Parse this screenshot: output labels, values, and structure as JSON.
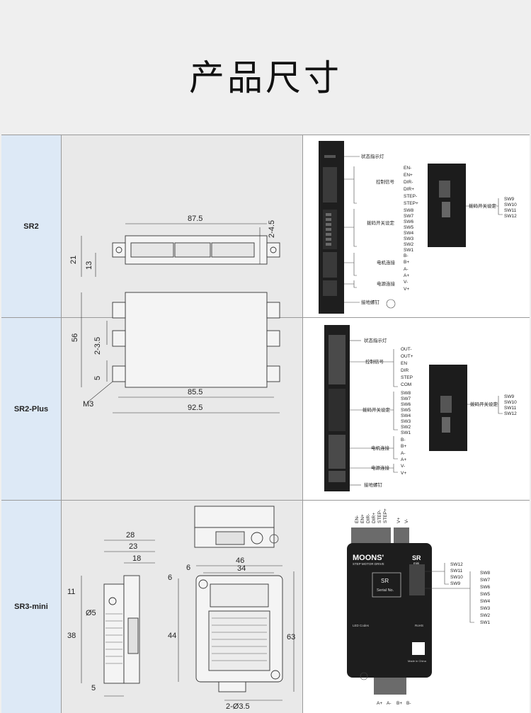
{
  "page": {
    "title": "产品尺寸"
  },
  "rows": [
    {
      "model": "SR2",
      "dims": {
        "w87_5": "87.5",
        "h4_5": "2-4.5",
        "h21": "21",
        "h13": "13",
        "h56": "56",
        "h2_3_5": "2-3.5",
        "h5": "5",
        "m3": "M3",
        "w85_5": "85.5",
        "w92_5": "92.5"
      },
      "photo": {
        "status_led": "状态指示灯",
        "control_signal": "控制信号",
        "signals": [
          "EN-",
          "EN+",
          "DIR-",
          "DIR+",
          "STEP-",
          "STEP+"
        ],
        "dip_setting": "拨码开关设定",
        "sw": [
          "SW8",
          "SW7",
          "SW6",
          "SW5",
          "SW4",
          "SW3",
          "SW2",
          "SW1"
        ],
        "motor": "电机连接",
        "motor_pins": [
          "B-",
          "B+",
          "A-",
          "A+"
        ],
        "power": "电源连接",
        "power_pins": [
          "V-",
          "V+"
        ],
        "ground": "接地螺钉",
        "side_dip": "拨码开关设定",
        "side_sw": [
          "SW9",
          "SW10",
          "SW11",
          "SW12"
        ]
      }
    },
    {
      "model": "SR2-Plus",
      "photo": {
        "status_led": "状态指示灯",
        "signals": [
          "OUT-",
          "OUT+",
          "EN",
          "DIR",
          "STEP",
          "COM"
        ],
        "control_signal": "控制信号",
        "dip_setting": "拨码开关设定",
        "sw": [
          "SW8",
          "SW7",
          "SW6",
          "SW5",
          "SW4",
          "SW3",
          "SW2",
          "SW1"
        ],
        "motor": "电机连接",
        "motor_pins": [
          "B-",
          "B+",
          "A-",
          "A+"
        ],
        "power": "电源连接",
        "power_pins": [
          "V-",
          "V+"
        ],
        "ground": "接地螺钉",
        "side_dip": "拨码开关设定",
        "side_sw": [
          "SW9",
          "SW10",
          "SW11",
          "SW12"
        ]
      }
    },
    {
      "model": "SR3-mini",
      "dims": {
        "w28": "28",
        "w23": "23",
        "w18": "18",
        "h11": "11",
        "d5": "Ø5",
        "h38": "38",
        "w5": "5",
        "w46": "46",
        "w6": "6",
        "w34": "34",
        "h6": "6",
        "h44": "44",
        "h63": "63",
        "holes": "2-Ø3.5"
      },
      "photo": {
        "top_pins": [
          "EN-",
          "EN+",
          "DIR-",
          "DIR+",
          "STEP-",
          "STEP+",
          "V+",
          "V-"
        ],
        "brand": "MOONS'",
        "subtitle": "STEP MOTOR DRIVE",
        "sr": "SR",
        "mini": "mini",
        "sr_box": "SR",
        "serial": "Serial No.",
        "sw_left": [
          "SW12",
          "SW11",
          "SW10",
          "SW9"
        ],
        "sw_right": [
          "SW8",
          "SW7",
          "SW6",
          "SW5",
          "SW4",
          "SW3",
          "SW2",
          "SW1"
        ],
        "led_codes": "LED Codes",
        "rohs": "RoHS",
        "made": "Made in China",
        "bottom_pins": [
          "A+",
          "A-",
          "B+",
          "B-"
        ]
      }
    }
  ]
}
